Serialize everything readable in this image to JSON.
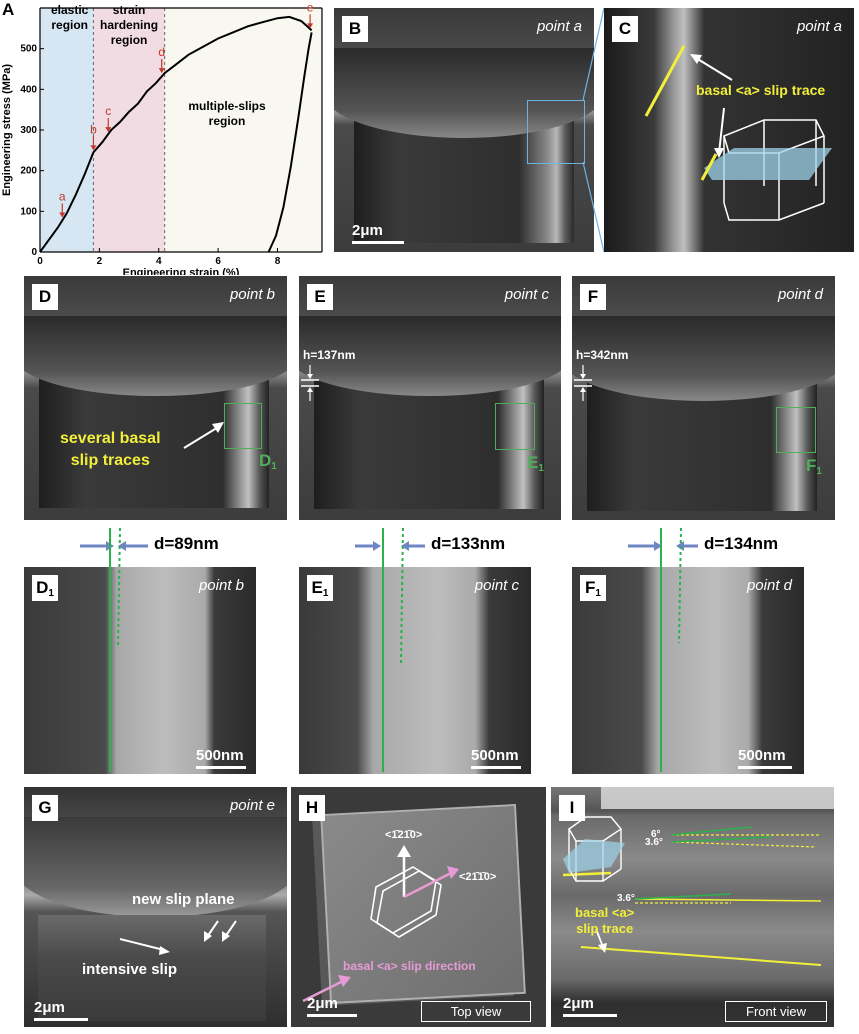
{
  "chart_data": {
    "type": "line",
    "ylabel": "Engineering stress (MPa)",
    "xlabel": "Engineering strain (%)",
    "xlim": [
      0,
      9.5
    ],
    "ylim": [
      0,
      600
    ],
    "xticks": [
      "0",
      "2",
      "4",
      "6",
      "8"
    ],
    "yticks": [
      "0",
      "100",
      "200",
      "300",
      "400",
      "500"
    ],
    "regions": [
      "elastic region",
      "strain hardening region",
      "multiple-slips region"
    ],
    "region_colors": [
      "#d6e6f3",
      "#f2dce4",
      "#f8f8f0"
    ],
    "region_bounds": [
      [
        0,
        1.8
      ],
      [
        1.8,
        4.2
      ],
      [
        4.2,
        9.5
      ]
    ],
    "loading_curve": {
      "x": [
        0,
        0.3,
        0.6,
        0.9,
        1.2,
        1.5,
        1.8,
        2.1,
        2.4,
        2.7,
        3.0,
        3.3,
        3.6,
        3.9,
        4.2,
        4.6,
        5.0,
        5.5,
        6.0,
        6.5,
        7.0,
        7.5,
        8.0,
        8.4,
        8.8,
        9.0,
        9.15
      ],
      "y": [
        0,
        30,
        60,
        95,
        140,
        190,
        245,
        270,
        300,
        320,
        345,
        365,
        395,
        415,
        440,
        462,
        485,
        505,
        525,
        540,
        555,
        565,
        575,
        578,
        568,
        555,
        545
      ]
    },
    "unloading_curve": {
      "x": [
        7.7,
        7.95,
        8.2,
        8.45,
        8.7,
        8.9,
        9.05,
        9.15
      ],
      "y": [
        0,
        40,
        110,
        210,
        330,
        430,
        500,
        540
      ]
    },
    "points": [
      {
        "label": "a",
        "x": 0.75,
        "y": 80
      },
      {
        "label": "b",
        "x": 1.8,
        "y": 245
      },
      {
        "label": "c",
        "x": 2.3,
        "y": 290
      },
      {
        "label": "d",
        "x": 4.1,
        "y": 435
      },
      {
        "label": "e",
        "x": 9.1,
        "y": 545
      }
    ]
  },
  "panels": {
    "A": {
      "label": "A"
    },
    "B": {
      "label": "B",
      "title": "point a",
      "scale": "2μm"
    },
    "C": {
      "label": "C",
      "title": "point a",
      "annotation": "basal <a> slip trace"
    },
    "D": {
      "label": "D",
      "title": "point b",
      "annotation1": "several basal",
      "annotation2": "slip traces",
      "inset": "D",
      "inset_sub": "1"
    },
    "E": {
      "label": "E",
      "title": "point c",
      "height": "h=137nm",
      "inset": "E",
      "inset_sub": "1"
    },
    "F": {
      "label": "F",
      "title": "point d",
      "height": "h=342nm",
      "inset": "F",
      "inset_sub": "1"
    },
    "D1": {
      "label": "D",
      "sub": "1",
      "title": "point b",
      "d": "d=89nm",
      "scale": "500nm"
    },
    "E1": {
      "label": "E",
      "sub": "1",
      "title": "point c",
      "d": "d=133nm",
      "scale": "500nm"
    },
    "F1": {
      "label": "F",
      "sub": "1",
      "title": "point d",
      "d": "d=134nm",
      "scale": "500nm"
    },
    "G": {
      "label": "G",
      "title": "point e",
      "new_slip": "new slip plane",
      "intensive": "intensive slip",
      "scale": "2μm"
    },
    "H": {
      "label": "H",
      "dir1": "<1̄21̄0>",
      "dir2": "<21̄1̄0>",
      "slip_dir": "basal <a> slip direction",
      "view": "Top view",
      "scale": "2μm"
    },
    "I": {
      "label": "I",
      "angle1": "6°",
      "angle2": "3.6°",
      "angle3": "3.6°",
      "annotation1": "basal <a>",
      "annotation2": "slip trace",
      "view": "Front view",
      "scale": "2μm"
    }
  },
  "colors": {
    "slip_trace": "#f2ef3a",
    "guide_line": "#2bb34a",
    "arrow_blue": "#6f86c4",
    "box_blue": "#6fb2e0",
    "box_green": "#4fae5a",
    "slip_direction": "#e79bd6"
  }
}
